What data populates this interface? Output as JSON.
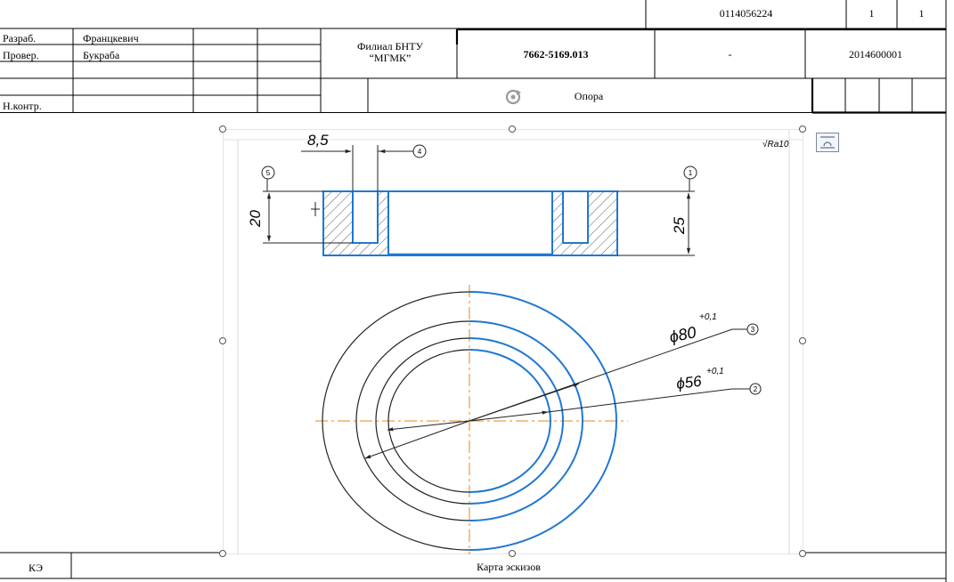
{
  "header": {
    "doc_code": "0114056224",
    "sheet": "1",
    "sheets": "1",
    "roles": {
      "developer_label": "Разраб.",
      "developer_name": "Францкевич",
      "checker_label": "Провер.",
      "checker_name": "Букраба",
      "norm_control_label": "Н.контр."
    },
    "organization": "Филиал БНТУ “МГМК”",
    "designation": "7662-5169.013",
    "dash": "-",
    "code_right": "2014600001",
    "part_name": "Опора"
  },
  "footer": {
    "left_code": "КЭ",
    "title": "Карта эскизов"
  },
  "drawing": {
    "roughness": "√Ra10",
    "dimensions": {
      "width_top": "8,5",
      "height_left": "20",
      "height_right": "25",
      "dia_outer": "ϕ80",
      "dia_outer_tol": "+0,1",
      "dia_inner": "ϕ56",
      "dia_inner_tol": "+0,1"
    },
    "callouts": [
      "1",
      "2",
      "3",
      "4",
      "5"
    ],
    "colors": {
      "part_blue": "#1f78d1",
      "axis_orange": "#e08a1a",
      "line_black": "#222222"
    }
  }
}
